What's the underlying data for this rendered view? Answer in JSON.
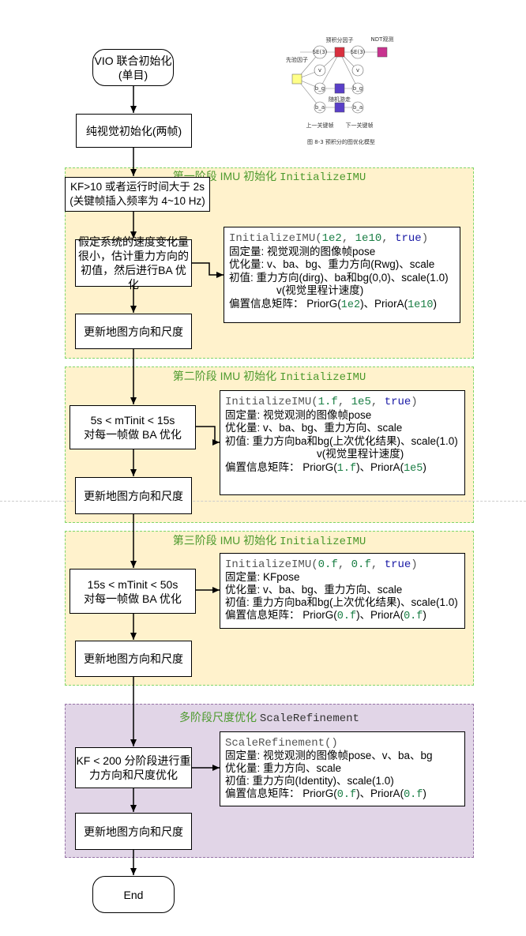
{
  "start": {
    "line1": "VIO 联合初始化",
    "line2": "(单目)"
  },
  "pure_visual_init": "纯视觉初始化(两帧)",
  "stage1": {
    "title_prefix": "第一阶段 IMU 初始化 ",
    "title_code": "InitializeIMU",
    "condition_line1": "KF>10 或者运行时间大于 2s",
    "condition_line2": "(关键帧插入频率为 4~10 Hz)",
    "assume_line1": "假定系统的速度变化量",
    "assume_line2": "很小，估计重力方向的",
    "assume_line3": "初值，然后进行BA 优化",
    "update": "更新地图方向和尺度",
    "note": {
      "call_name": "InitializeIMU(",
      "arg1": "1e2",
      "sep1": ", ",
      "arg2": "1e10",
      "sep2": ", ",
      "arg3": "true",
      "call_end": ")",
      "fixed": "固定量:  视觉观测的图像帧pose",
      "optimized": "优化量:  v、ba、bg、重力方向(Rwg)、scale",
      "initial": "初值:    重力方向(dirg)、ba和bg(0,0)、scale(1.0)",
      "initial2": "v(视觉里程计速度)",
      "prior_label": "偏置信息矩阵：  PriorG(",
      "prior_g": "1e2",
      "prior_mid": ")、PriorA(",
      "prior_a": "1e10",
      "prior_end": ")"
    }
  },
  "stage2": {
    "title_prefix": "第二阶段 IMU 初始化 ",
    "title_code": "InitializeIMU",
    "cond_line1": "5s < mTinit < 15s",
    "cond_line2": "对每一帧做 BA 优化",
    "update": "更新地图方向和尺度",
    "note": {
      "call_name": "InitializeIMU(",
      "arg1": "1.f",
      "sep1": ", ",
      "arg2": "1e5",
      "sep2": ", ",
      "arg3": "true",
      "call_end": ")",
      "fixed": "固定量:  视觉观测的图像帧pose",
      "optimized": "优化量:  v、ba、bg、重力方向、scale",
      "initial": "初值: 重力方向ba和bg(上次优化结果)、scale(1.0)",
      "initial2": "v(视觉里程计速度)",
      "prior_label": "偏置信息矩阵：  PriorG(",
      "prior_g": "1.f",
      "prior_mid": ")、PriorA(",
      "prior_a": "1e5",
      "prior_end": ")"
    }
  },
  "stage3": {
    "title_prefix": "第三阶段 IMU 初始化 ",
    "title_code": "InitializeIMU",
    "cond_line1": "15s < mTinit < 50s",
    "cond_line2": "对每一帧做 BA 优化",
    "update": "更新地图方向和尺度",
    "note": {
      "call_name": "InitializeIMU(",
      "arg1": "0.f",
      "sep1": ", ",
      "arg2": "0.f",
      "sep2": ", ",
      "arg3": "true",
      "call_end": ")",
      "fixed": "固定量:  KFpose",
      "optimized": "优化量:  v、ba、bg、重力方向、scale",
      "initial": "初值: 重力方向ba和bg(上次优化结果)、scale(1.0)",
      "prior_label": "偏置信息矩阵：  PriorG(",
      "prior_g": "0.f",
      "prior_mid": ")、PriorA(",
      "prior_a": "0.f",
      "prior_end": ")"
    }
  },
  "stage4": {
    "title_prefix": "多阶段尺度优化 ",
    "title_code": "ScaleRefinement",
    "cond_line1": "KF < 200 分阶段进行重",
    "cond_line2": "力方向和尺度优化",
    "update": "更新地图方向和尺度",
    "note": {
      "call": "ScaleRefinement()",
      "fixed": "固定量:  视觉观测的图像帧pose、v、ba、bg",
      "optimized": "优化量:  重力方向、scale",
      "initial": "初值: 重力方向(Identity)、scale(1.0)",
      "prior_label": "偏置信息矩阵：  PriorG(",
      "prior_g": "0.f",
      "prior_mid": ")、PriorA(",
      "prior_a": "0.f",
      "prior_end": ")"
    }
  },
  "end": "End",
  "figure": {
    "label_preint": "预积分因子",
    "label_ndt": "NDT观测",
    "label_prior": "先验因子",
    "label_random_walk": "随机游走",
    "label_prev_kf": "上一关键帧",
    "label_next_kf": "下一关键帧",
    "caption": "图 8-3   预积分的图优化模型",
    "node_se3": "SE(3)",
    "node_v": "v",
    "node_bg": "b_g",
    "node_ba": "b_a"
  },
  "colors": {
    "stage_bg": "#fff2cc",
    "stage_border": "#7fd66a",
    "title_green": "#4d9a2e",
    "purple_bg": "#e1d5e7",
    "purple_border": "#9673a6",
    "factor_red": "#d9303f",
    "factor_pink": "#c8338f",
    "factor_yellow": "#ffff88",
    "factor_blue": "#5a3fc8"
  }
}
